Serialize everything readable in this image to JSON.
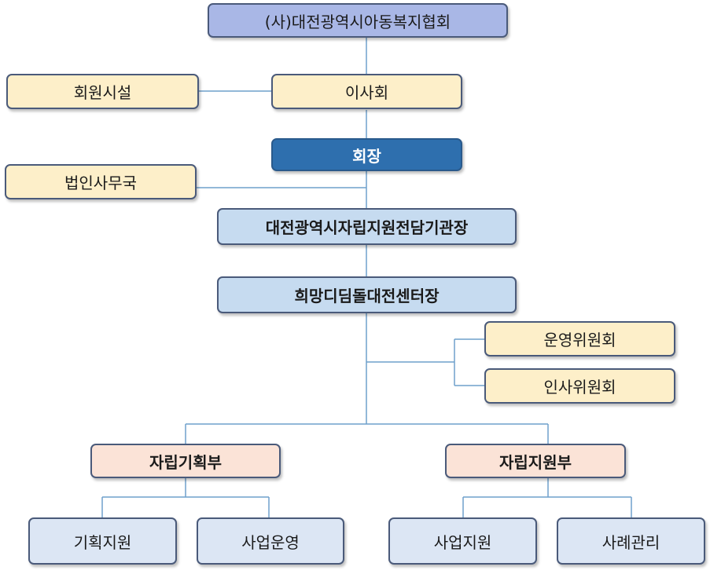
{
  "org": {
    "top": "(사)대전광역시아동복지협회",
    "facility": "회원시설",
    "board": "이사회",
    "chair": "회장",
    "secretariat": "법인사무국",
    "center_head": "대전광역시자립지원전담기관장",
    "hope_head": "희망디딤돌대전센터장",
    "ops_committee": "운영위원회",
    "hr_committee": "인사위원회",
    "dept_planning": "자립기획부",
    "dept_support": "자립지원부",
    "team_planning": "기획지원",
    "team_operations": "사업운영",
    "team_project": "사업지원",
    "team_case": "사례관리"
  },
  "colors": {
    "top": "#a9b7e6",
    "cream": "#fdefc9",
    "chair": "#2e6fae",
    "light_blue": "#c6dbf0",
    "peach": "#fbe3d7",
    "pale_blue": "#dce6f4",
    "line": "#6fa0cc"
  }
}
